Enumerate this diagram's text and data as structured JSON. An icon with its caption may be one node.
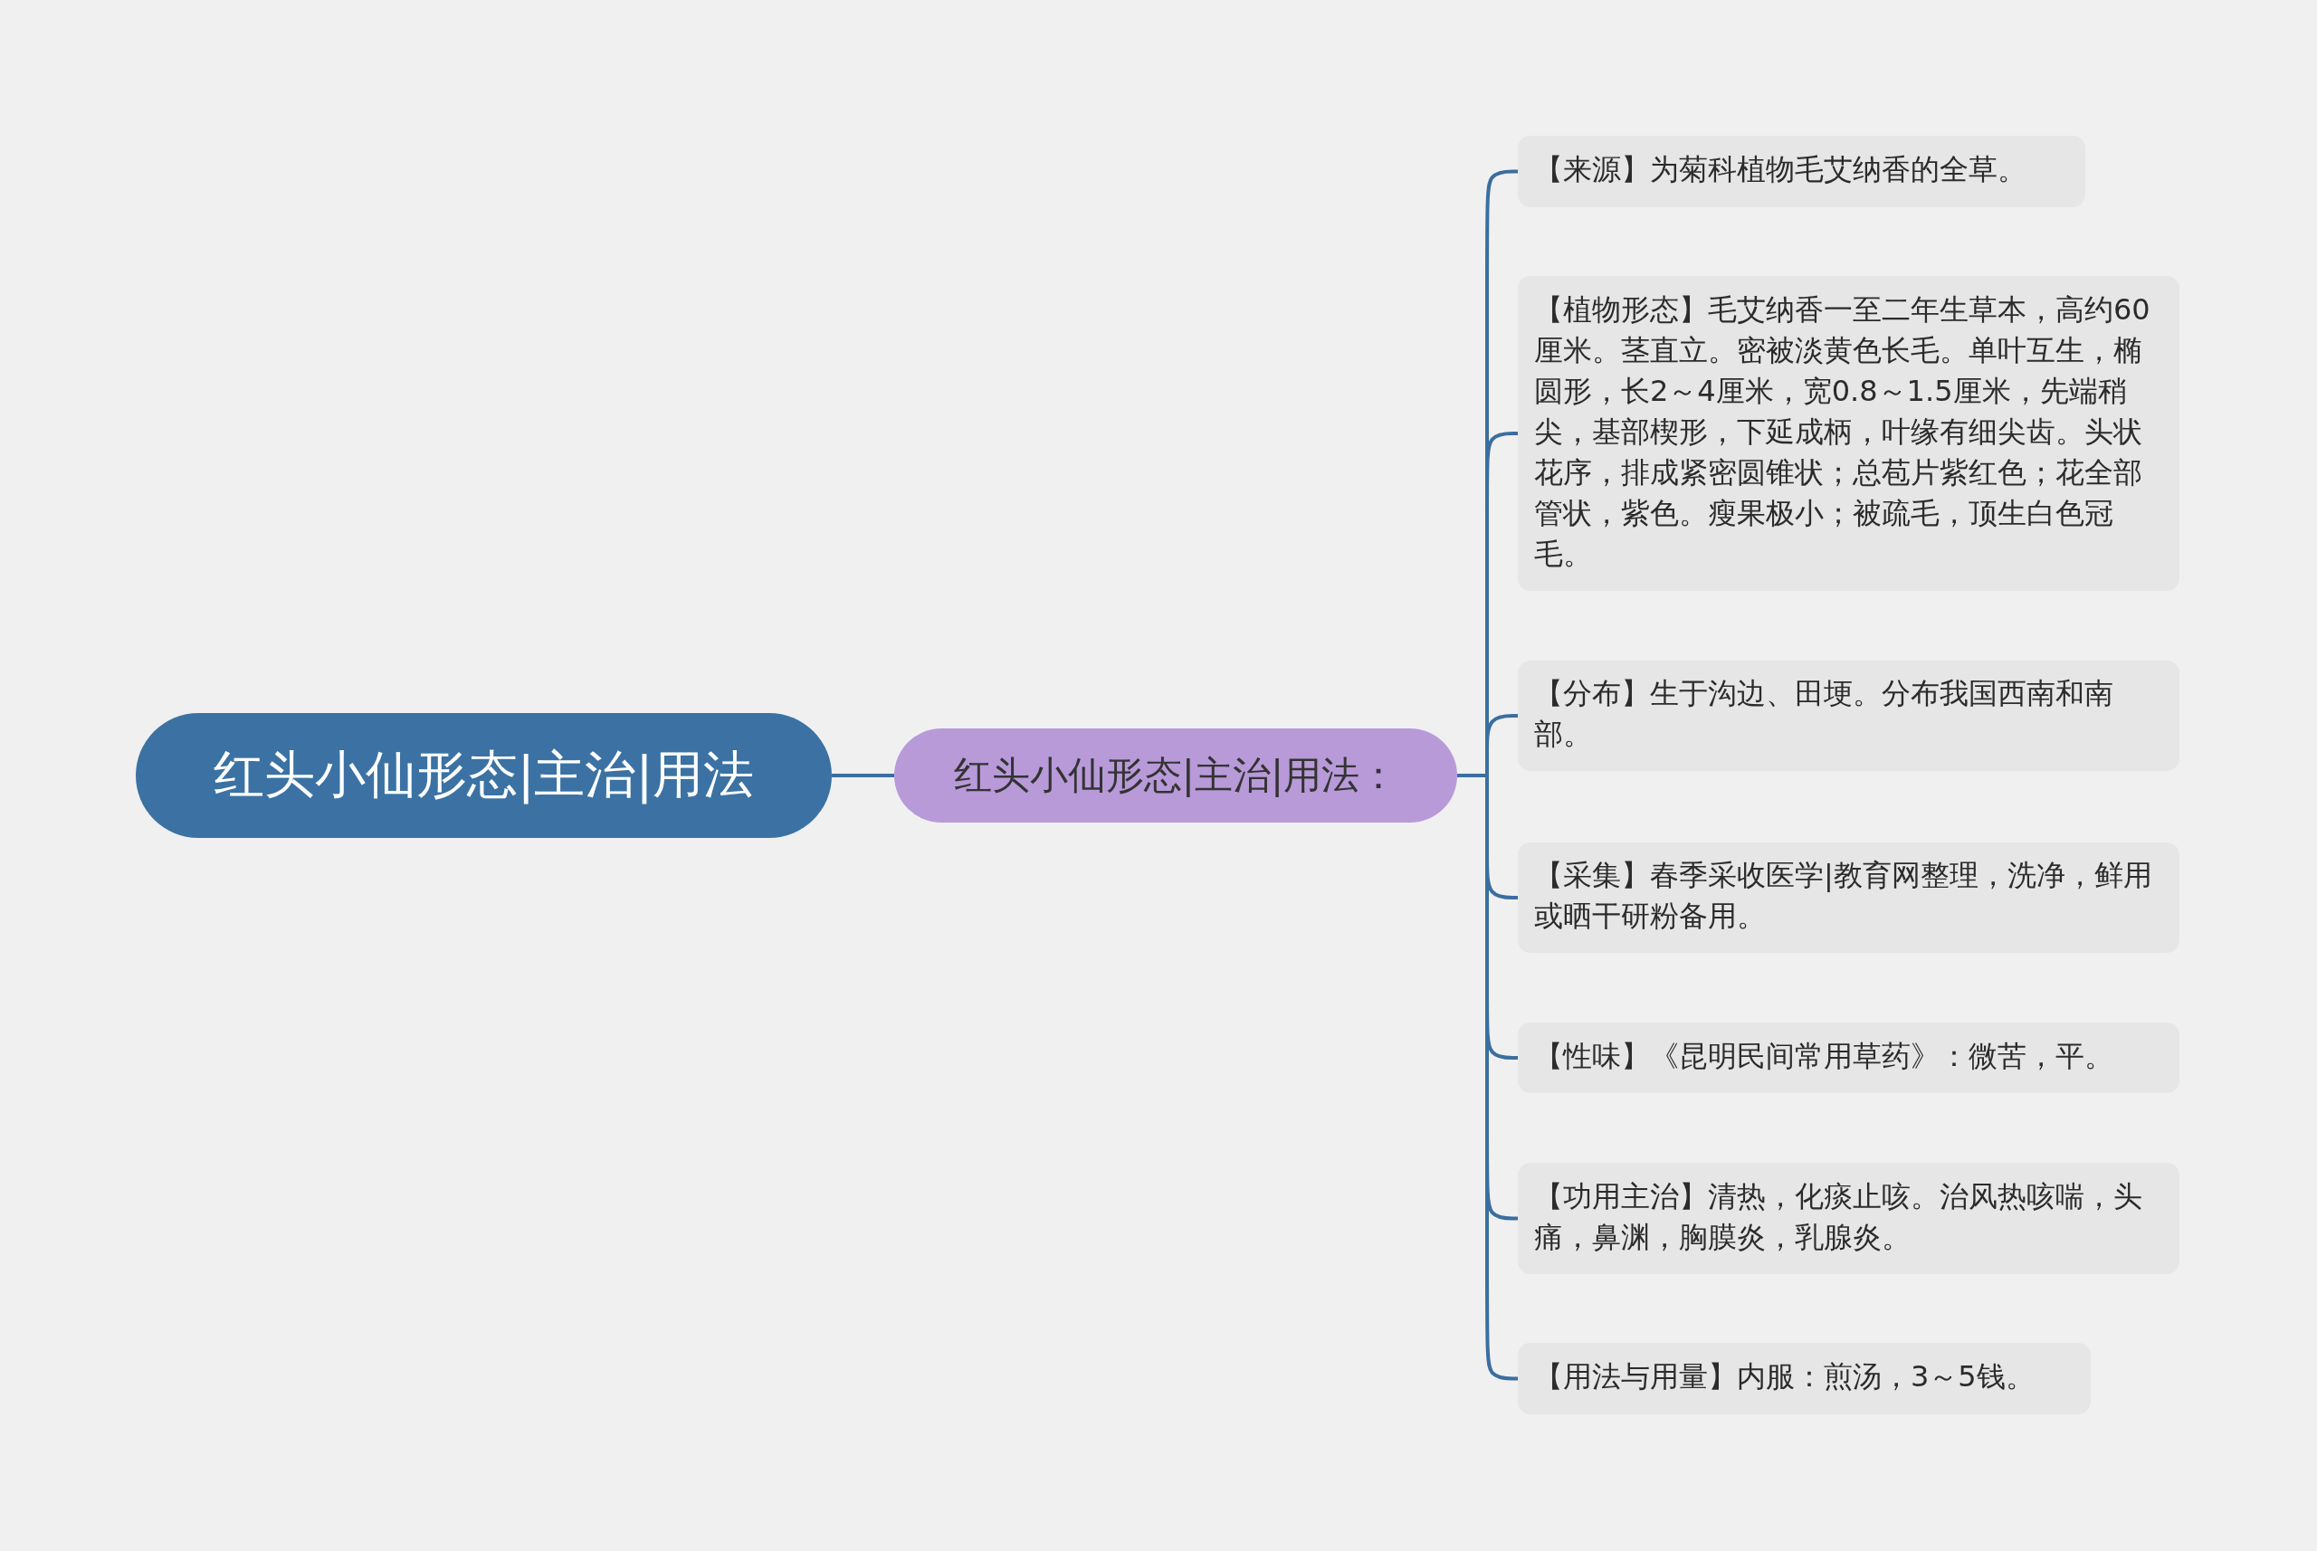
{
  "diagram": {
    "nodes": [
      {
        "text": [
          "红头小仙形态|主治|用法"
        ]
      },
      {
        "text": [
          "红头小仙形态|主治|用法："
        ]
      },
      {
        "text": [
          "【来源】为菊科植物毛艾纳香的全草。"
        ]
      },
      {
        "text": [
          "【植物形态】毛艾纳香一至二年生草本，高约60厘米。茎直立。密被淡黄色长毛。单叶互生，椭圆形，长2～4厘米，宽0.8～1.5厘米，先端稍尖，基部楔形，下延成柄，叶缘有细尖齿。头状花序，排成紧密圆锥状；总苞片紫红色；花全部管状，紫色。瘦果极小；被疏毛，顶生白色冠毛。"
        ]
      },
      {
        "text": [
          "【分布】生于沟边、田埂。分布我国西南和南部。"
        ]
      },
      {
        "text": [
          "【采集】春季采收医学|教育网整理，洗净，鲜用或晒干研粉备用。"
        ]
      },
      {
        "text": [
          "【性味】《昆明民间常用草药》：微苦，平。"
        ]
      },
      {
        "text": [
          "【功用主治】清热，化痰止咳。治风热咳喘，头痛，鼻渊，胸膜炎，乳腺炎。"
        ]
      },
      {
        "text": [
          "【用法与用量】内服：煎汤，3～5钱。"
        ]
      }
    ],
    "edges": [
      {
        "from": 0,
        "to": 1,
        "arrow": "none"
      },
      {
        "from": 1,
        "to": 2,
        "arrow": "none"
      },
      {
        "from": 1,
        "to": 3,
        "arrow": "none"
      },
      {
        "from": 1,
        "to": 4,
        "arrow": "none"
      },
      {
        "from": 1,
        "to": 5,
        "arrow": "none"
      },
      {
        "from": 1,
        "to": 6,
        "arrow": "none"
      },
      {
        "from": 1,
        "to": 7,
        "arrow": "none"
      },
      {
        "from": 1,
        "to": 8,
        "arrow": "none"
      }
    ]
  }
}
